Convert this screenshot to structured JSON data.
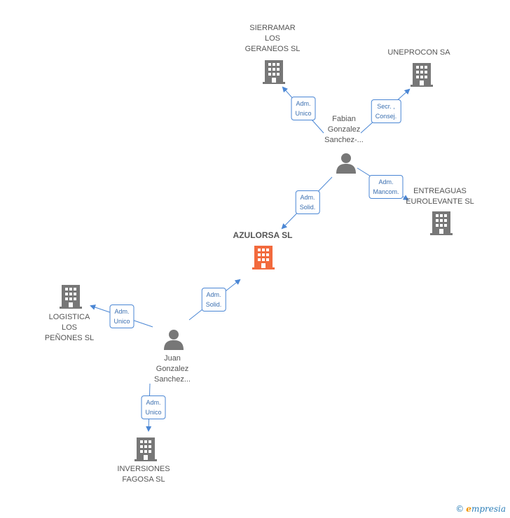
{
  "nodes": {
    "sierramar": [
      "SIERRAMAR",
      "LOS",
      "GERANEOS SL"
    ],
    "uneprocon": [
      "UNEPROCON SA"
    ],
    "fabian": [
      "Fabian",
      "Gonzalez",
      "Sanchez-..."
    ],
    "entreaguas": [
      "ENTREAGUAS",
      "EUROLEVANTE SL"
    ],
    "azulorsa": [
      "AZULORSA SL"
    ],
    "logistica": [
      "LOGISTICA",
      "LOS",
      "PEÑONES SL"
    ],
    "juan": [
      "Juan",
      "Gonzalez",
      "Sanchez..."
    ],
    "inversiones": [
      "INVERSIONES",
      "FAGOSA SL"
    ]
  },
  "edges": {
    "fabian_sierramar": [
      "Adm.",
      "Unico"
    ],
    "fabian_uneprocon": [
      "Secr. ,",
      "Consej."
    ],
    "fabian_entreaguas": [
      "Adm.",
      "Mancom."
    ],
    "fabian_azulorsa": [
      "Adm.",
      "Solid."
    ],
    "juan_azulorsa": [
      "Adm.",
      "Solid."
    ],
    "juan_logistica": [
      "Adm.",
      "Unico"
    ],
    "juan_inversiones": [
      "Adm.",
      "Unico"
    ]
  },
  "colors": {
    "company": "#777777",
    "main_company": "#f26a3d",
    "person": "#777777",
    "edge": "#4a86d4"
  },
  "brand": {
    "copyright": "©",
    "first": "e",
    "rest": "mpresia"
  }
}
